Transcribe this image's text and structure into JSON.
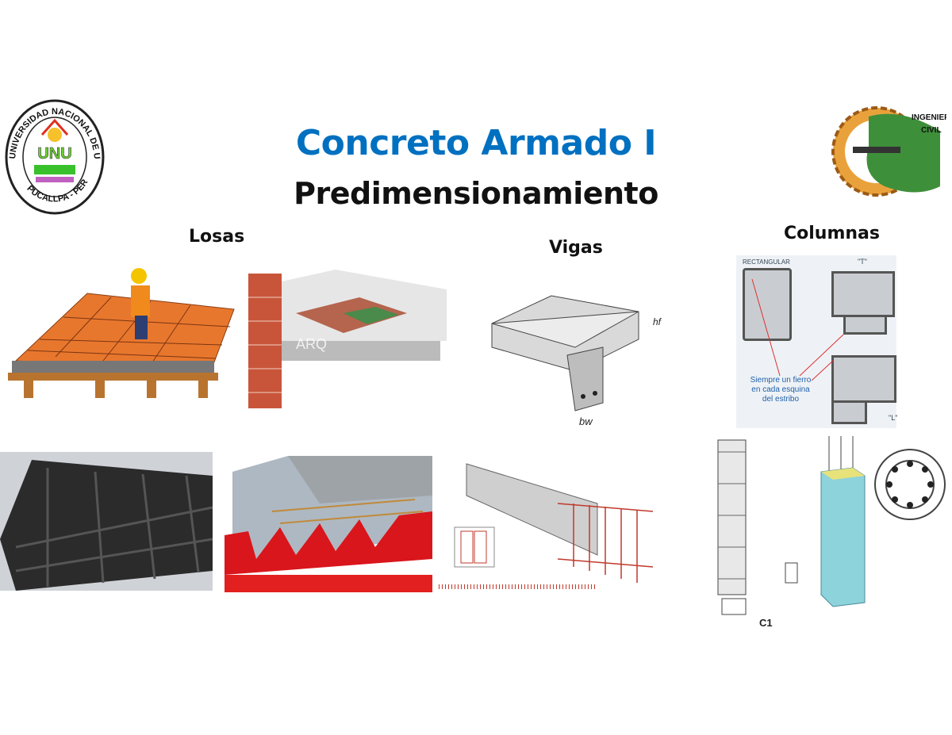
{
  "header": {
    "title": "Concreto Armado I",
    "subtitle": "Predimensionamiento"
  },
  "logos": {
    "left": {
      "icon": "university-seal",
      "text": "UNIVERSIDAD NACIONAL DE UCAYALI · PUCALLPA - PERU",
      "initials": "UNU"
    },
    "right": {
      "icon": "engineering-gear-seal",
      "text": "INGENIERÍA CIVIL"
    }
  },
  "sections": {
    "losas": "Losas",
    "vigas": "Vigas",
    "columnas": "Columnas"
  },
  "figures": {
    "slab_wall_watermark": "ARQ",
    "column_types": {
      "rectangular": "RECTANGULAR",
      "t": "\"T\"",
      "l": "\"L\"",
      "note_line1": "Siempre un fierro",
      "note_line2": "en cada esquina",
      "note_line3": "del estribo"
    },
    "beam_labels": {
      "bw": "bw",
      "hf": "hf"
    },
    "column_drawing": {
      "tag": "C1"
    }
  },
  "colors": {
    "title": "#0070C0",
    "rebar": "#c0392b",
    "deck": "#d9161c",
    "slab_orange": "#e8772e"
  }
}
